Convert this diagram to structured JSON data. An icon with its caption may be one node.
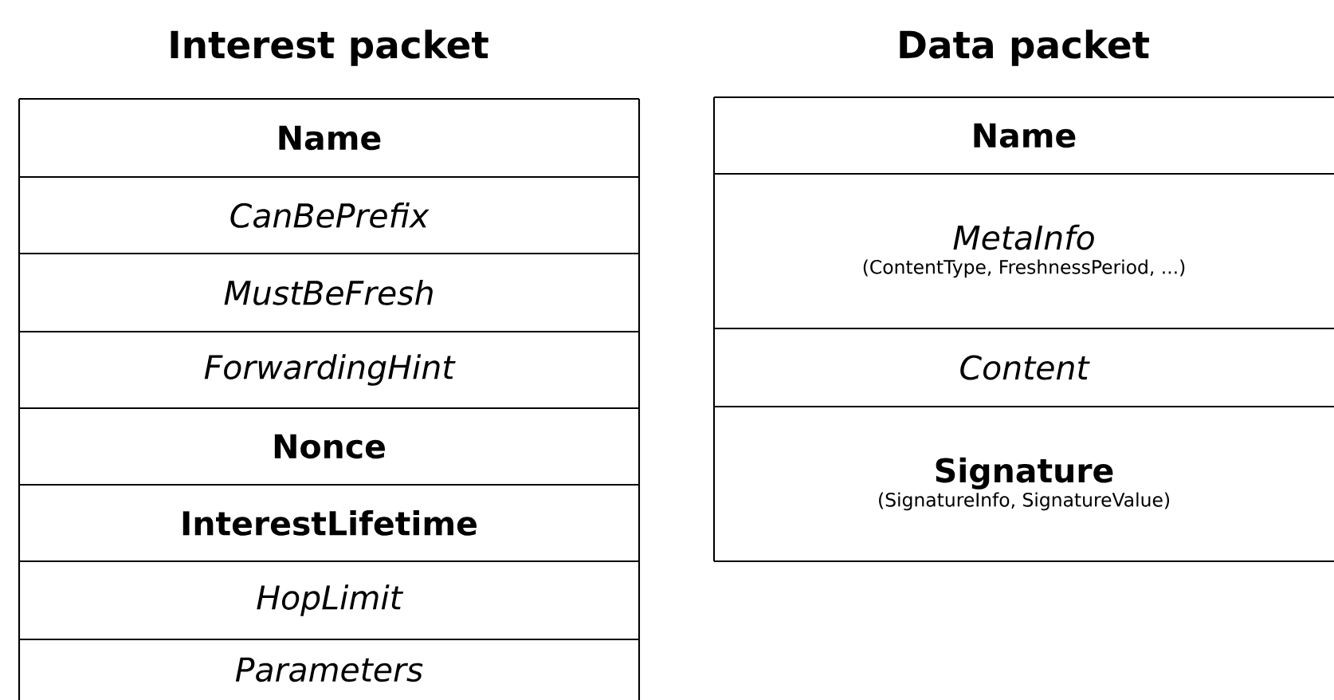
{
  "diagram": {
    "nodes": [
      {
        "text": [
          "Interest packet"
        ]
      },
      {
        "text": [
          "Name"
        ],
        "in": 0
      },
      {
        "text": [
          "CanBePrefix"
        ],
        "in": 0
      },
      {
        "text": [
          "MustBeFresh"
        ],
        "in": 0
      },
      {
        "text": [
          "ForwardingHint"
        ],
        "in": 0
      },
      {
        "text": [
          "Nonce"
        ],
        "in": 0
      },
      {
        "text": [
          "InterestLifetime"
        ],
        "in": 0
      },
      {
        "text": [
          "HopLimit"
        ],
        "in": 0
      },
      {
        "text": [
          "Parameters"
        ],
        "in": 0
      },
      {
        "text": [
          "Data packet"
        ]
      },
      {
        "text": [
          "Name"
        ],
        "in": 9
      },
      {
        "text": [
          "MetaInfo",
          "(ContentType, FreshnessPeriod, ...)"
        ],
        "in": 9
      },
      {
        "text": [
          "Content"
        ],
        "in": 9
      },
      {
        "text": [
          "Signature",
          "(SignatureInfo, SignatureValue)"
        ],
        "in": 9
      }
    ]
  }
}
